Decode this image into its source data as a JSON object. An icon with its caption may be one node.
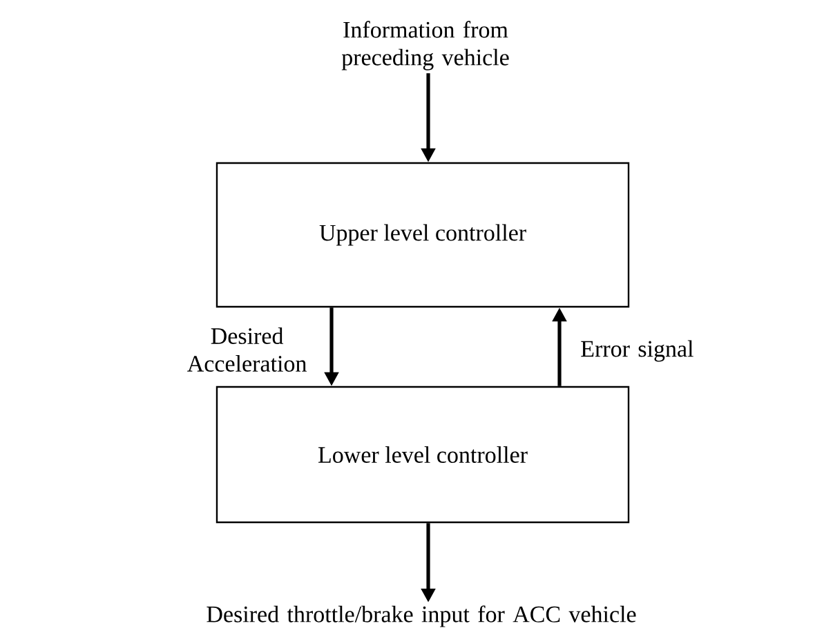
{
  "diagram": {
    "nodes": [
      {
        "text": [
          "Information from preceding vehicle"
        ]
      },
      {
        "text": [
          "Upper level controller"
        ]
      },
      {
        "text": [
          "Lower level controller"
        ]
      },
      {
        "text": [
          "Desired throttle/brake input for ACC vehicle"
        ]
      }
    ],
    "edges": [
      {
        "from": 0,
        "to": 1,
        "arrow": "to"
      },
      {
        "from": 1,
        "to": 2,
        "arrow": "to",
        "label": "Desired Acceleration"
      },
      {
        "from": 2,
        "to": 1,
        "arrow": "to",
        "label": "Error signal"
      },
      {
        "from": 2,
        "to": 3,
        "arrow": "to"
      }
    ]
  }
}
